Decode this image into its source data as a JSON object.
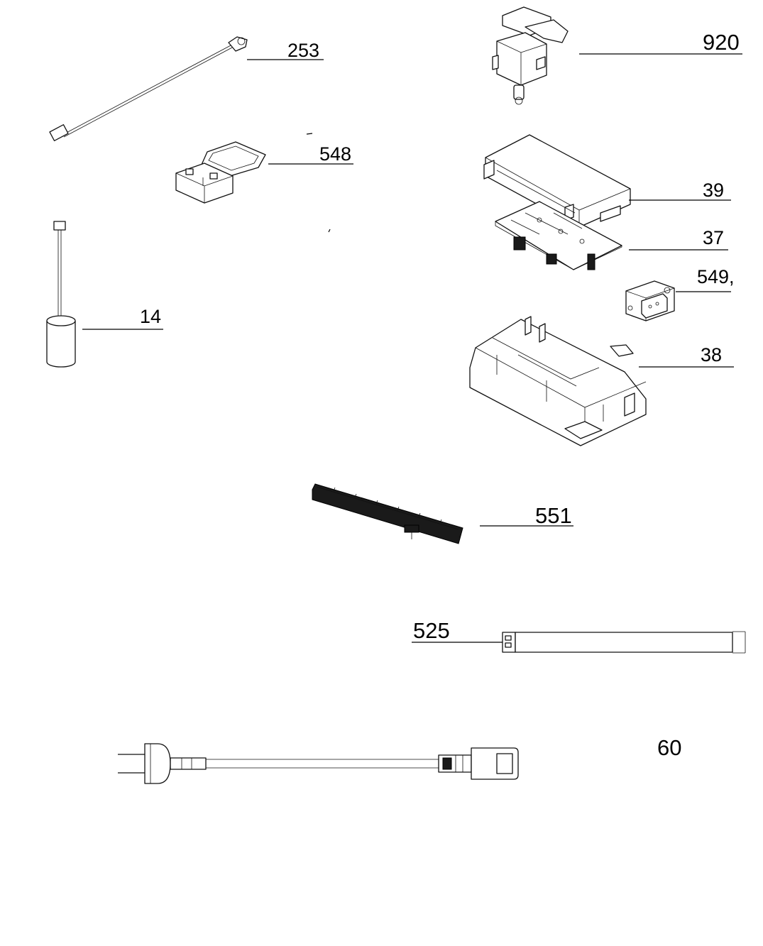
{
  "callouts": {
    "c253": "253",
    "c920": "920",
    "c548": "548",
    "c39": "39",
    "c37": "37",
    "c549": "549,",
    "c14": "14",
    "c38": "38",
    "c551": "551",
    "c525": "525",
    "c60": "60"
  }
}
